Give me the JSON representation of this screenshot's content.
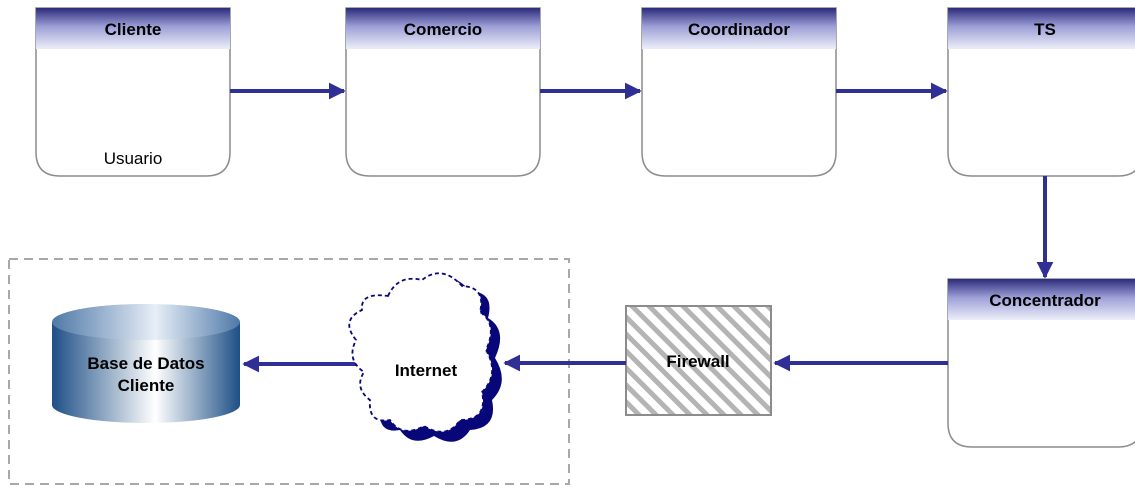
{
  "nodes": {
    "cliente": {
      "title": "Cliente",
      "caption": "Usuario"
    },
    "comercio": {
      "title": "Comercio"
    },
    "coordinador": {
      "title": "Coordinador"
    },
    "ts": {
      "title": "TS"
    },
    "concentrador": {
      "title": "Concentrador"
    },
    "firewall": {
      "label": "Firewall"
    },
    "internet": {
      "label": "Internet"
    },
    "database": {
      "line1": "Base de Datos",
      "line2": "Cliente"
    }
  },
  "colors": {
    "arrow": "#2f2f96",
    "header_dark": "#2b2b7c",
    "header_light": "#eceef9",
    "box_border": "#8c8c8c",
    "cloud_dark": "#07077a",
    "db_dark": "#1e4f86",
    "db_light": "#ffffff",
    "dashed_border": "#a8a8a8"
  }
}
